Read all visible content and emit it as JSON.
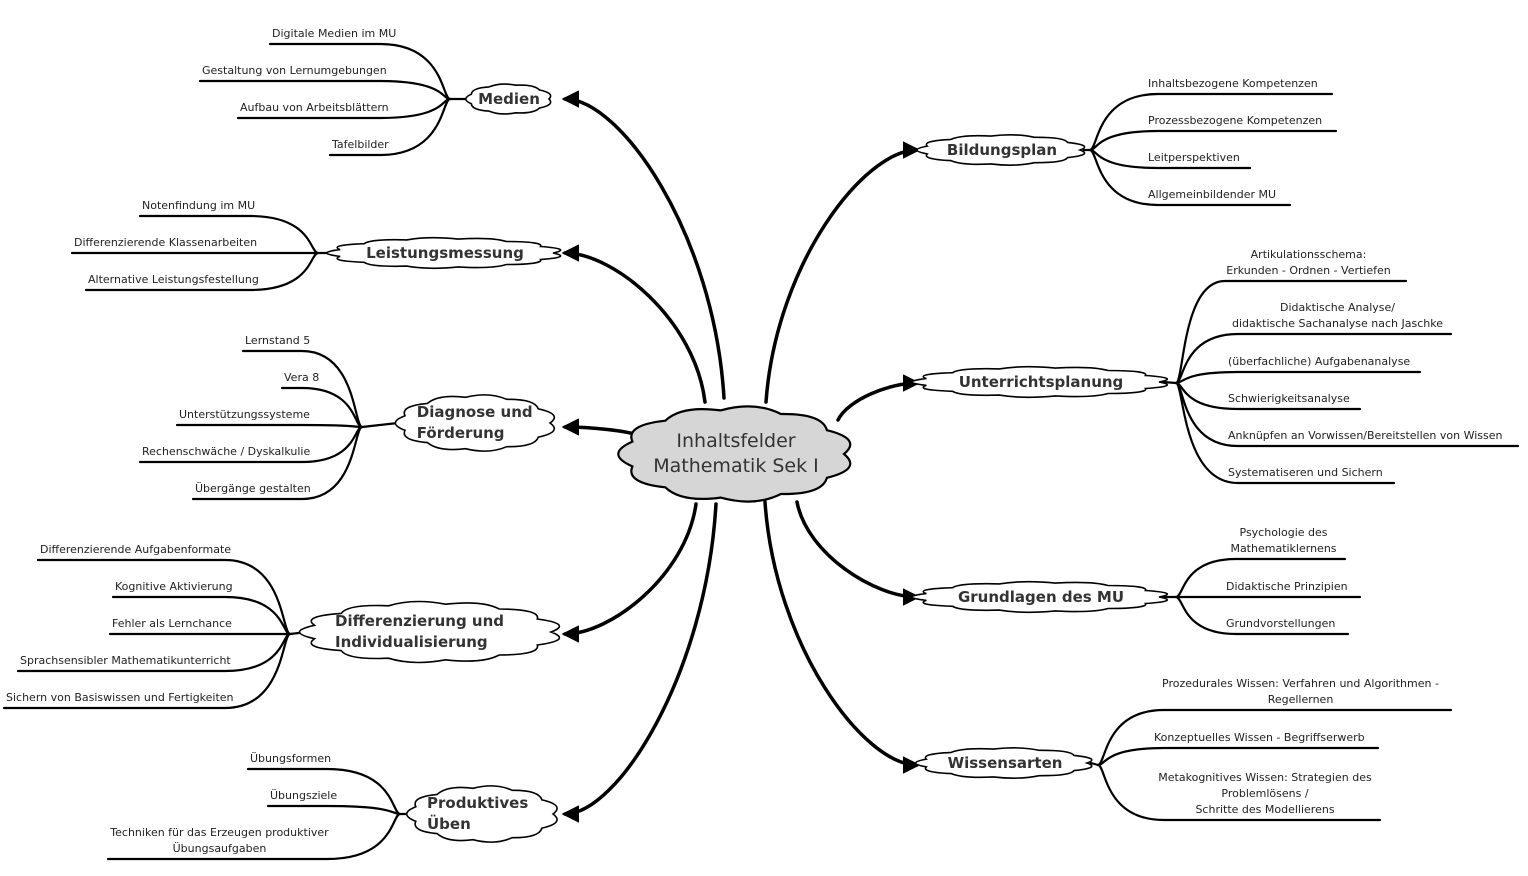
{
  "center": {
    "label": "Inhaltsfelder\nMathematik Sek I",
    "color": "#d6d6d6"
  },
  "topics": [
    {
      "id": "medien",
      "label": "Medien",
      "items": [
        "Digitale Medien im MU",
        "Gestaltung von Lernumgebungen",
        "Aufbau von Arbeitsblättern",
        "Tafelbilder"
      ]
    },
    {
      "id": "leistungsmessung",
      "label": "Leistungsmessung",
      "items": [
        "Notenfindung im MU",
        "Differenzierende Klassenarbeiten",
        "Alternative Leistungsfestellung"
      ]
    },
    {
      "id": "diagnose",
      "label": "Diagnose und\nFörderung",
      "items": [
        "Lernstand 5",
        "Vera 8",
        "Unterstützungssysteme",
        "Rechenschwäche / Dyskalkulie",
        "Übergänge gestalten"
      ]
    },
    {
      "id": "differenzierung",
      "label": "Differenzierung und\nIndividualisierung",
      "items": [
        "Differenzierende Aufgabenformate",
        "Kognitive Aktivierung",
        "Fehler als Lernchance",
        "Sprachsensibler Mathematikunterricht",
        "Sichern von Basiswissen und Fertigkeiten"
      ]
    },
    {
      "id": "ueben",
      "label": "Produktives\nÜben",
      "items": [
        "Übungsformen",
        "Übungsziele",
        "Techniken für das Erzeugen produktiver\nÜbungsaufgaben"
      ]
    },
    {
      "id": "bildungsplan",
      "label": "Bildungsplan",
      "items": [
        "Inhaltsbezogene Kompetenzen",
        "Prozessbezogene Kompetenzen",
        "Leitperspektiven",
        "Allgemeinbildender MU"
      ]
    },
    {
      "id": "unterrichtsplanung",
      "label": "Unterrichtsplanung",
      "items": [
        "Artikulationsschema:\nErkunden - Ordnen - Vertiefen",
        "Didaktische Analyse/\ndidaktische Sachanalyse  nach Jaschke",
        "(überfachliche) Aufgabenanalyse",
        "Schwierigkeitsanalyse",
        "Anknüpfen an Vorwissen/Bereitstellen von Wissen",
        "Systematiseren und Sichern"
      ]
    },
    {
      "id": "grundlagen",
      "label": "Grundlagen des MU",
      "items": [
        "Psychologie des\nMathematiklernens",
        "Didaktische Prinzipien",
        "Grundvorstellungen"
      ]
    },
    {
      "id": "wissensarten",
      "label": "Wissensarten",
      "items": [
        "Prozedurales Wissen: Verfahren und Algorithmen -\nRegellernen",
        "Konzeptuelles Wissen - Begriffserwerb",
        "Metakognitives Wissen: Strategien des\nProblemlösens /\nSchritte des Modellierens"
      ]
    }
  ]
}
